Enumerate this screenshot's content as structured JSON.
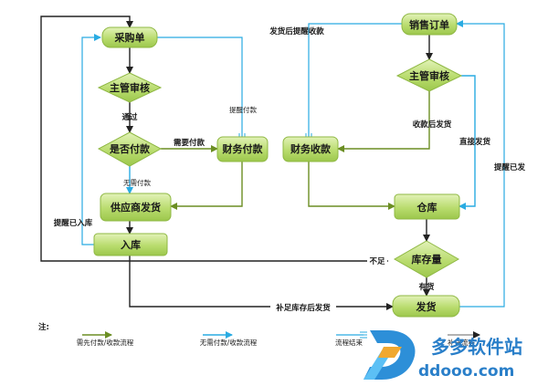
{
  "nodes": {
    "purchase_order": "采购单",
    "supervisor_review_left": "主管审核",
    "need_payment": "是否付款",
    "finance_payment": "财务付款",
    "supplier_ship": "供应商发货",
    "warehouse_in": "入库",
    "sales_order": "销售订单",
    "supervisor_review_right": "主管审核",
    "finance_receipt": "财务收款",
    "warehouse": "仓库",
    "stock_level": "库存量",
    "ship": "发货"
  },
  "labels": {
    "approved": "通过",
    "need_pay": "需要付款",
    "no_need_pay": "无需付款",
    "remind_pay": "提醒付款",
    "remind_in": "提醒已入库",
    "ship_then_remind": "发货后提醒收款",
    "receipt_then_ship": "收款后发货",
    "direct_ship": "直接发货",
    "remind_shipped": "提醒已发",
    "insufficient": "不足",
    "in_stock": "有货",
    "replenish_ship": "补足库存后发货"
  },
  "legend": {
    "title": "注:",
    "item1": "需先付款/收款流程",
    "item2": "无需付款/收款流程",
    "item3": "流程结束",
    "item4": "补货流程"
  },
  "watermark": {
    "name": "多多软件站",
    "url": "ddooo.com"
  },
  "colors": {
    "green_line": "#6b8e23",
    "blue_line": "#29abe2",
    "dark_line": "#222222",
    "node_fill": "#b5d86c",
    "node_stroke": "#8fb843"
  }
}
